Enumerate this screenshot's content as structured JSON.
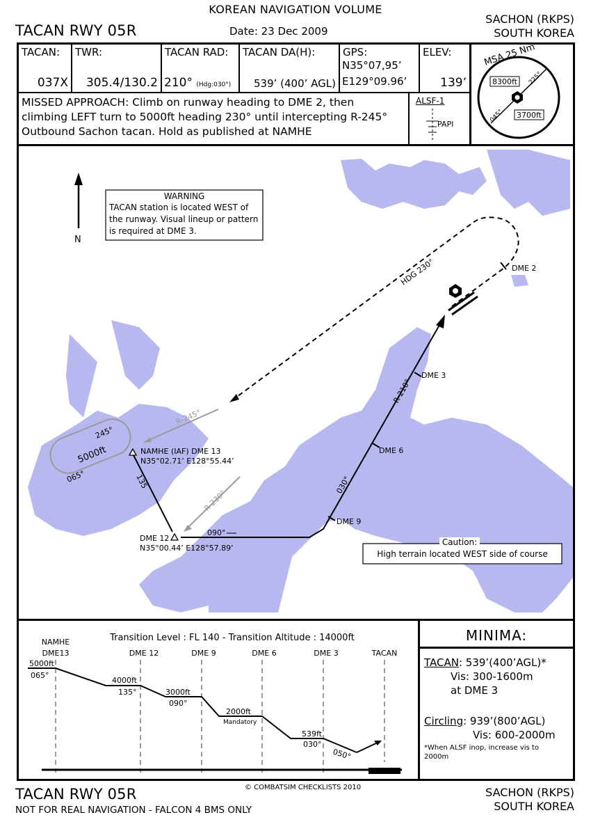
{
  "header": {
    "volume": "KOREAN NAVIGATION VOLUME",
    "title": "TACAN RWY 05R",
    "date": "Date: 23 Dec 2009",
    "airport": "SACHON (RKPS)",
    "country": "SOUTH KOREA"
  },
  "info": {
    "tacan": {
      "label": "TACAN:",
      "value": "037X"
    },
    "twr": {
      "label": "TWR:",
      "value": "305.4/130.2"
    },
    "rad": {
      "label": "TACAN RAD:",
      "value": "210°",
      "hdg": "(Hdg:030°)"
    },
    "da": {
      "label": "TACAN DA(H):",
      "value": "539’ (400’ AGL)"
    },
    "gps": {
      "label": "GPS:",
      "lat": "N35°07,95’",
      "lon": "E129°09.96’"
    },
    "elev": {
      "label": "ELEV:",
      "value": "139’"
    }
  },
  "missed": {
    "line1": "MISSED APPROACH: Climb on runway heading to DME 2, then",
    "line2": "climbing LEFT turn to 5000ft heading 230° until intercepting R-245°",
    "line3": "Outbound Sachon tacan. Hold as published at NAMHE"
  },
  "lighting": {
    "alsf": "ALSF-1",
    "papi": "PAPI"
  },
  "msa": {
    "title": "MSA 25 Nm",
    "alt_north": "8300ft",
    "alt_south": "3700ft",
    "brg1": "225°",
    "brg2": "045°"
  },
  "map": {
    "north": "N",
    "warning": {
      "title": "WARNING",
      "l1": "TACAN station is located WEST of",
      "l2": "the runway. Visual lineup or pattern",
      "l3": "is required at DME 3."
    },
    "hdg230": "HDG 230°",
    "dme2": "DME 2",
    "dme3": "DME 3",
    "dme6": "DME 6",
    "dme9": "DME 9",
    "r210": "R-210°",
    "r245": "R-245°",
    "r230": "R-230°",
    "crs030": "030°",
    "crs090": "090°",
    "crs135": "135",
    "hold_in": "245°",
    "hold_out": "065°",
    "hold_alt": "5000ft",
    "namhe_name": "NAMHE (IAF) DME 13",
    "namhe_coord": "N35°02.71’ E128°55.44’",
    "dme12_name": "DME 12",
    "dme12_coord": "N35°00.44’ E128°57.89’",
    "caution_title": "Caution:",
    "caution_text": "High terrain located WEST side of course"
  },
  "profile": {
    "transition": "Transition Level : FL 140  -  Transition Altitude : 14000ft",
    "fixes": [
      "NAMHE",
      "DME13",
      "DME 12",
      "DME 9",
      "DME 6",
      "DME 3",
      "TACAN"
    ],
    "alt1": "5000ft",
    "crs1": "065°",
    "alt2": "4000ft",
    "crs2": "135°",
    "alt3": "3000ft",
    "crs3": "090°",
    "alt4": "2000ft",
    "mandatory": "Mandatory",
    "alt5": "539ft",
    "crs5": "030°",
    "crs6": "050°"
  },
  "minima": {
    "title": "MINIMA:",
    "tacan_label": "TACAN",
    "tacan_val": ": 539’(400’AGL)*",
    "tacan_vis": "Vis: 300-1600m",
    "tacan_at": "at DME 3",
    "circ_label": "Circling",
    "circ_val": ": 939’(800’AGL)",
    "circ_vis": "Vis: 600-2000m",
    "note1": "*When ALSF inop, increase vis to",
    "note2": "2000m"
  },
  "footer": {
    "title": "TACAN RWY 05R",
    "disclaimer": "NOT FOR REAL NAVIGATION - FALCON 4 BMS ONLY",
    "copyright": "© COMBATSIM CHECKLISTS 2010",
    "airport": "SACHON (RKPS)",
    "country": "SOUTH KOREA"
  },
  "colors": {
    "water": "#b8b8f0",
    "guide": "#9a9a9a"
  }
}
